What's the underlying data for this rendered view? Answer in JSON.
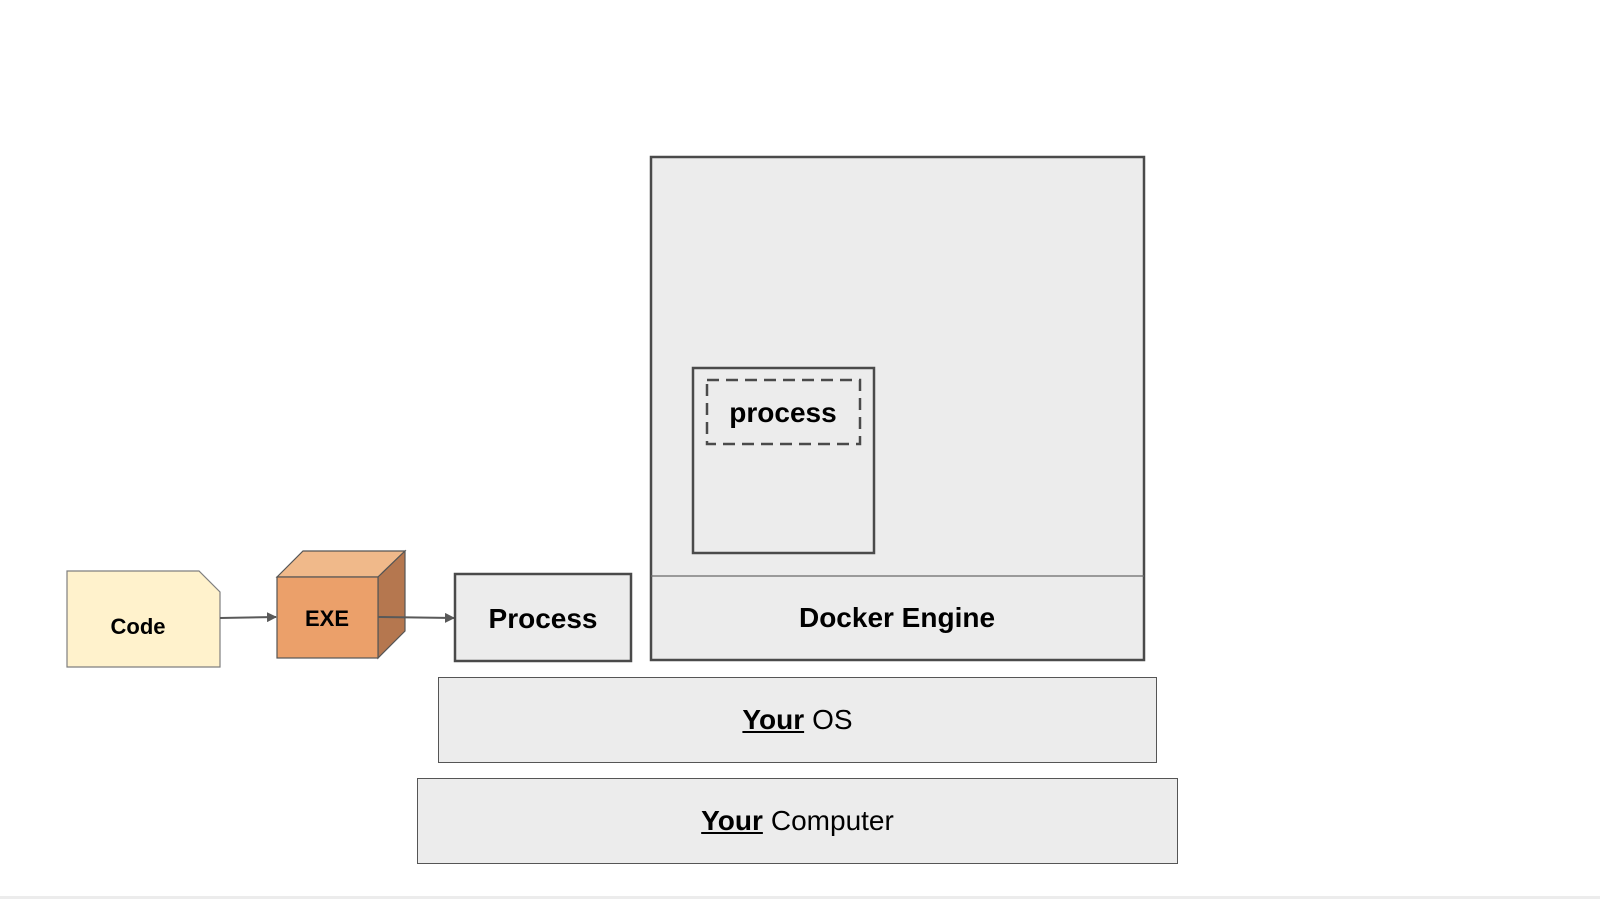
{
  "diagram": {
    "code_label": "Code",
    "exe_label": "EXE",
    "process_label": "Process",
    "container_process_label": "process",
    "docker_engine_label": "Docker Engine",
    "os_layer": {
      "emphasis": "Your",
      "rest": "OS"
    },
    "computer_layer": {
      "emphasis": "Your",
      "rest": "Computer"
    }
  },
  "colors": {
    "code_fill": "#fff2cc",
    "exe_front": "#eba06a",
    "exe_top": "#f0b98a",
    "exe_side": "#b5774f",
    "box_fill": "#ececec",
    "border": "#555555"
  }
}
